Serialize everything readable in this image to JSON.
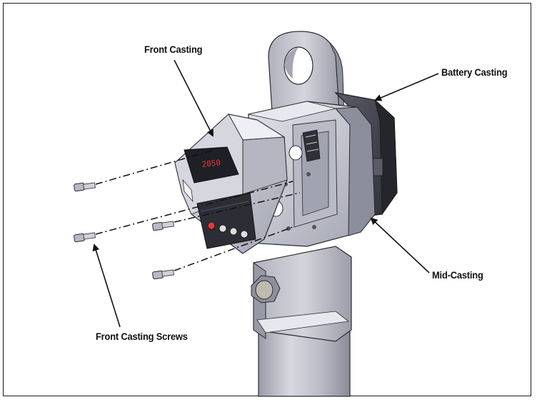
{
  "labels": {
    "front_casting": "Front Casting",
    "battery_casting": "Battery Casting",
    "mid_casting": "Mid-Casting",
    "front_casting_screws": "Front Casting Screws"
  },
  "display": {
    "readout": "2050"
  },
  "colors": {
    "metal_light": "#cfd0d8",
    "metal_mid": "#a9aab6",
    "metal_dark": "#7c7d8c",
    "battery_dark": "#3a3b44",
    "display_red": "#e23b3b",
    "outline": "#2a2a30"
  }
}
